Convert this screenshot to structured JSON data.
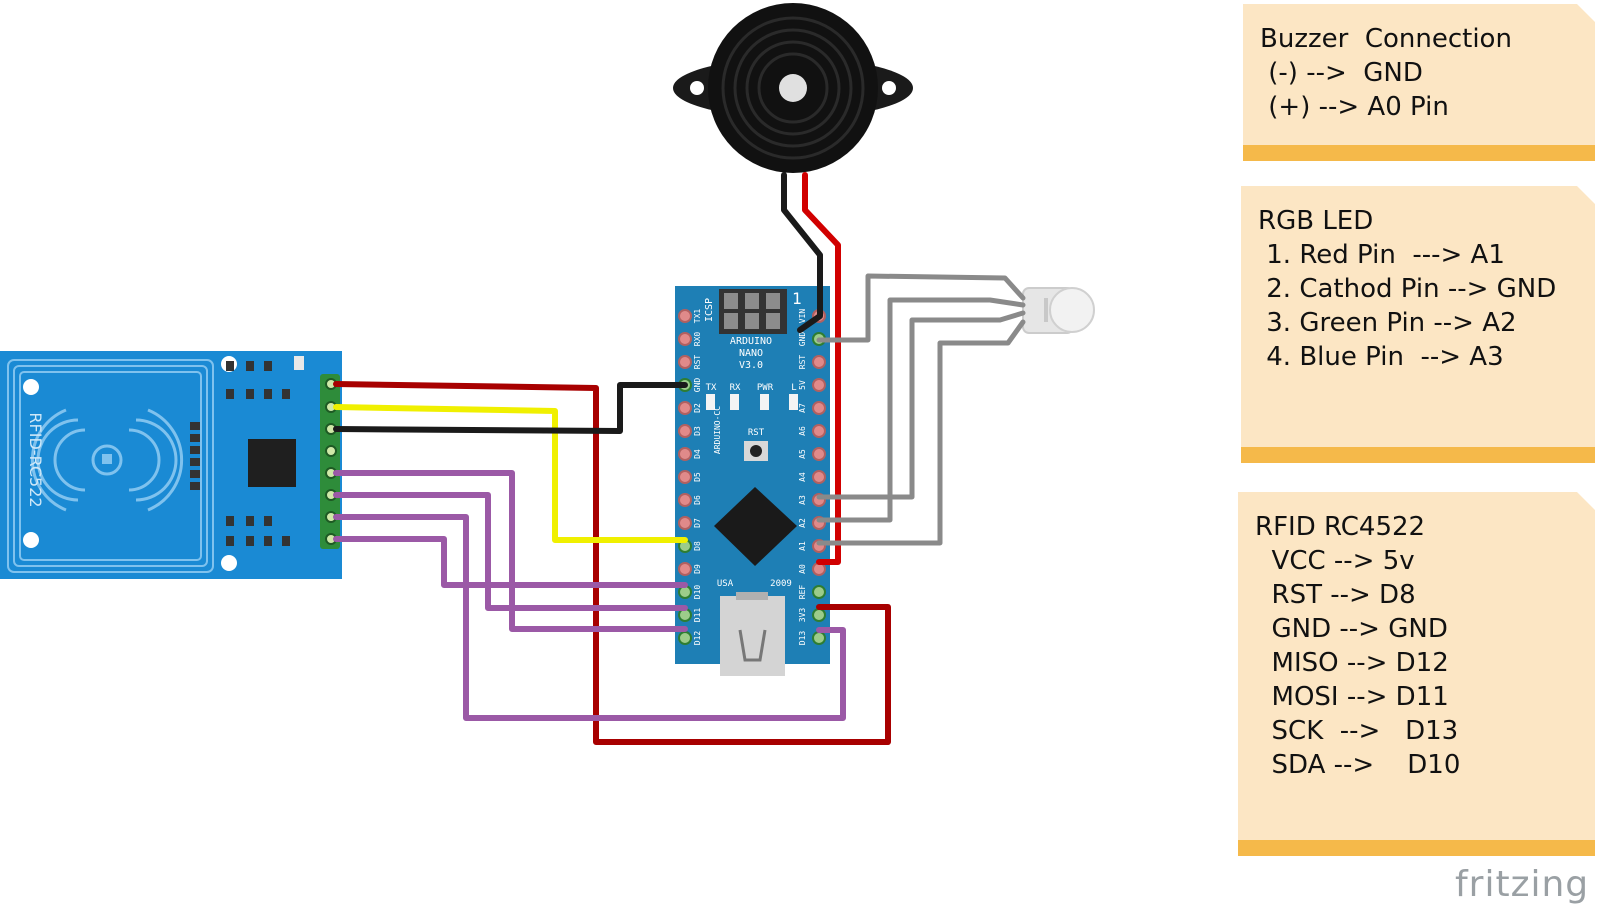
{
  "notes": {
    "buzzer": {
      "title": "Buzzer  Connection",
      "lines": [
        " (-) -->  GND",
        " (+) --> A0 Pin"
      ]
    },
    "rgb": {
      "title": "RGB LED",
      "lines": [
        " 1. Red Pin  ---> A1",
        " 2. Cathod Pin --> GND",
        " 3. Green Pin --> A2",
        " 4. Blue Pin  --> A3"
      ]
    },
    "rfid": {
      "title": "RFID RC4522",
      "lines": [
        "  VCC --> 5v",
        "  RST --> D8",
        "  GND --> GND",
        "  MISO --> D12",
        "  MOSI --> D11",
        "  SCK  -->   D13",
        "  SDA -->    D10"
      ]
    }
  },
  "rfid_module": {
    "label": "RFID-RC522"
  },
  "nano": {
    "name_lines": [
      "ARDUINO",
      "NANO",
      "V3.0"
    ],
    "left_pins": [
      "TX1",
      "RX0",
      "RST",
      "GND",
      "D2",
      "D3",
      "D4",
      "D5",
      "D6",
      "D7",
      "D8",
      "D9",
      "D10",
      "D11",
      "D12"
    ],
    "right_pins": [
      "VIN",
      "GND",
      "RST",
      "5V",
      "A7",
      "A6",
      "A5",
      "A4",
      "A3",
      "A2",
      "A1",
      "A0",
      "REF",
      "3V3",
      "D13"
    ],
    "leds": [
      "TX",
      "RX",
      "PWR",
      "L"
    ],
    "reset_label": "RST",
    "icsp_label": "ICSP",
    "icsp_number": "1",
    "side_label": "ARDUINO-CC",
    "country_label": "USA",
    "year_label": "2009"
  },
  "brand": "fritzing",
  "colors": {
    "note_bg": "#fce6c4",
    "note_band": "#f5b94a",
    "board_blue": "#1e7fb5",
    "rfid_blue": "#1a8ad4",
    "wire_red": "#c00000",
    "wire_yellow": "#f0f000",
    "wire_black": "#1a1a1a",
    "wire_purple": "#9b59a6",
    "wire_gray": "#8a8a8a"
  }
}
